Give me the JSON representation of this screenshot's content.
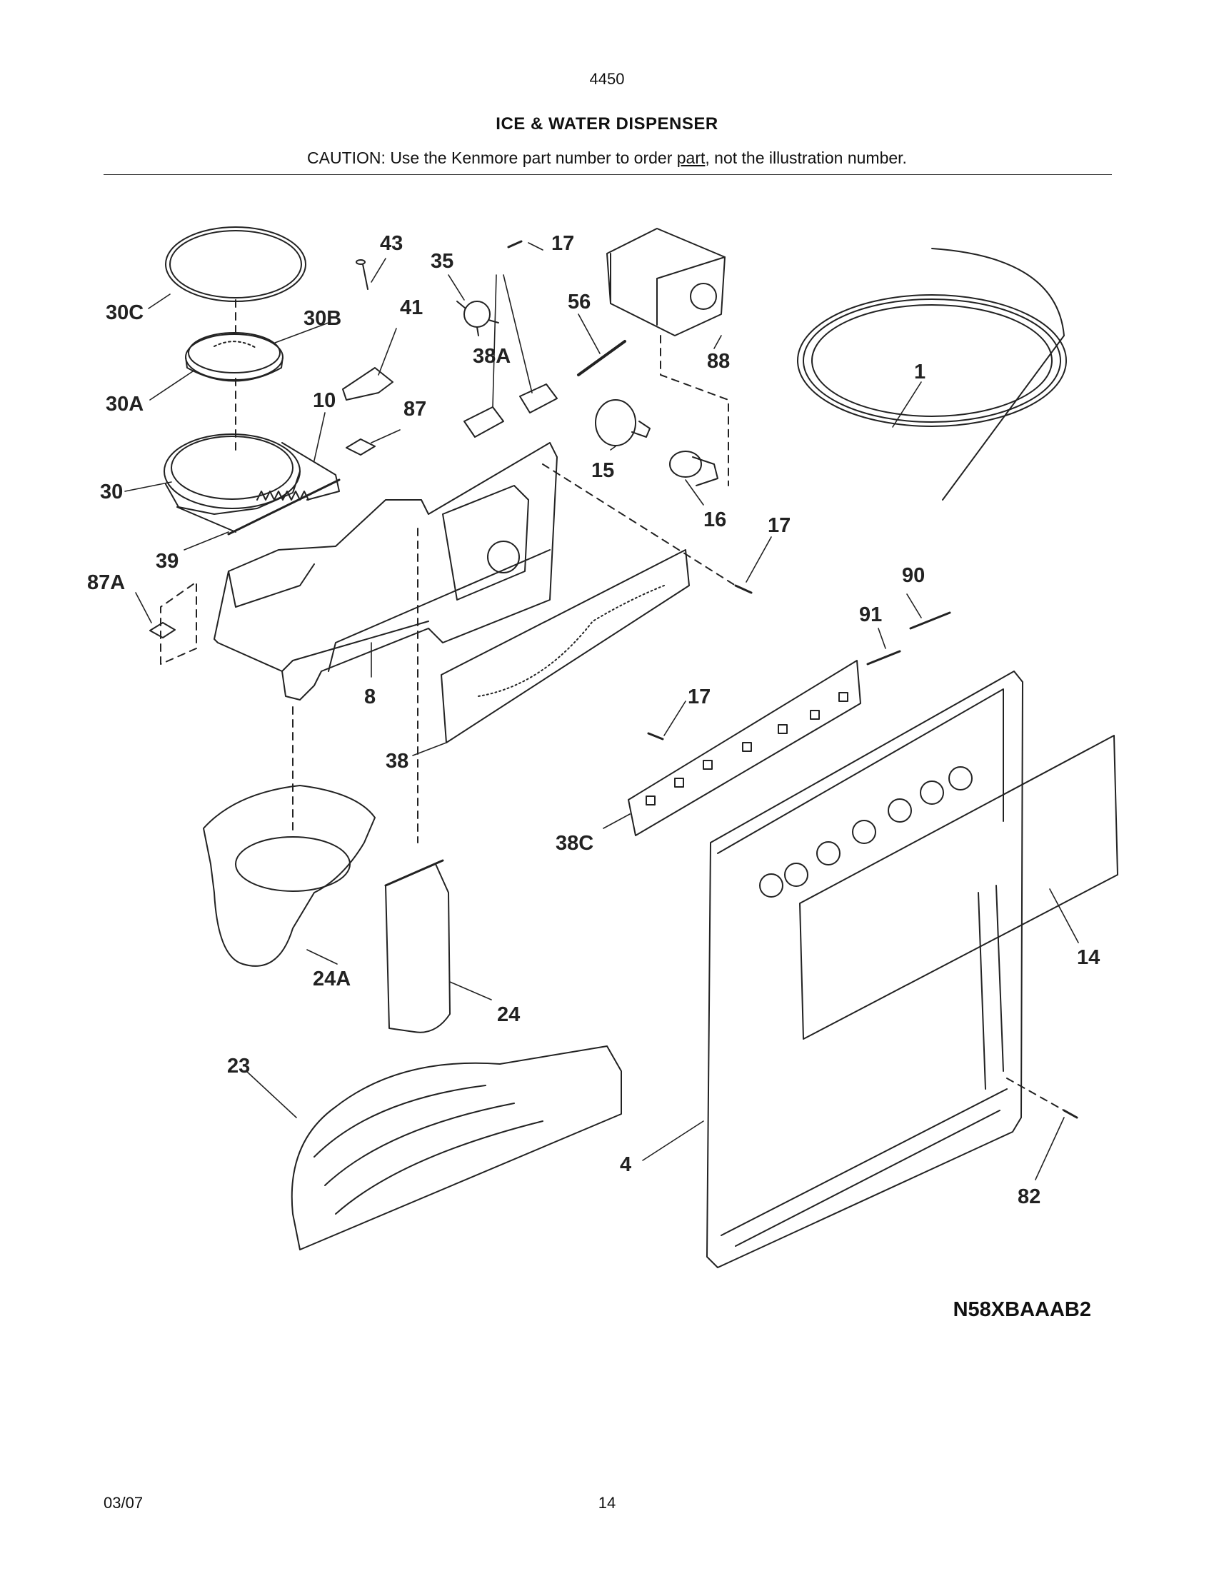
{
  "header": {
    "model_number": "4450",
    "title": "ICE & WATER DISPENSER",
    "caution_prefix": "CAUTION: Use the Kenmore part number to order ",
    "caution_link": "part",
    "caution_suffix": ", not the illustration number."
  },
  "diagram": {
    "callouts": [
      "30C",
      "43",
      "35",
      "17",
      "56",
      "88",
      "1",
      "30B",
      "41",
      "38A",
      "30A",
      "10",
      "87",
      "30",
      "15",
      "16",
      "17",
      "39",
      "87A",
      "90",
      "91",
      "8",
      "17",
      "38",
      "38C",
      "24A",
      "24",
      "14",
      "23",
      "4",
      "82"
    ]
  },
  "diagram_code": "N58XBAAAB2",
  "footer": {
    "date": "03/07",
    "page": "14"
  }
}
